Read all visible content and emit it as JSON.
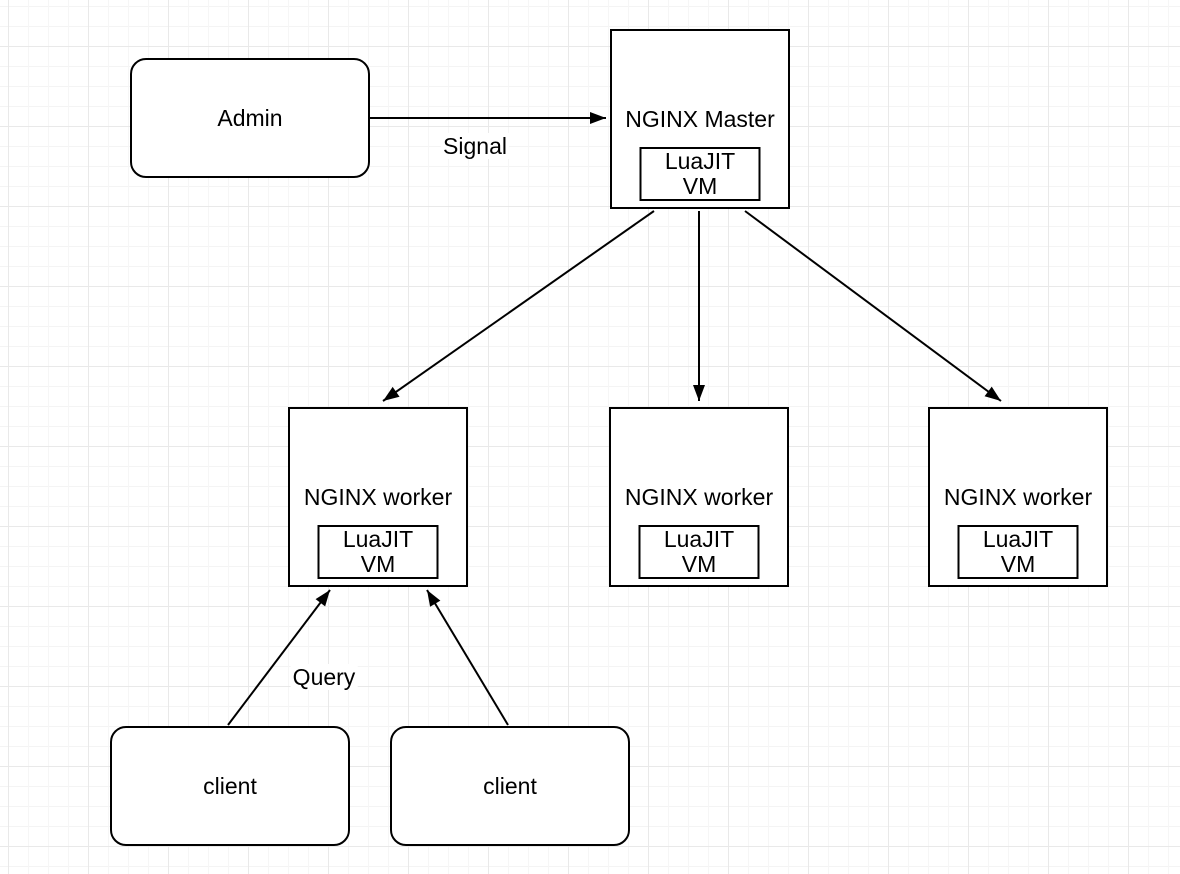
{
  "canvas": {
    "type": "flow-diagram",
    "colors": {
      "background": "#ffffff",
      "grid_major": "#e9e9e9",
      "grid_minor": "#f5f5f5",
      "node_fill": "#ffffff",
      "stroke": "#000000",
      "text": "#000000"
    }
  },
  "nodes": {
    "admin": {
      "label": "Admin",
      "shape": "rounded-rectangle"
    },
    "master": {
      "label": "NGINX Master",
      "shape": "rectangle",
      "vm": {
        "line1": "LuaJIT",
        "line2": "VM"
      }
    },
    "worker1": {
      "label": "NGINX worker",
      "shape": "rectangle",
      "vm": {
        "line1": "LuaJIT",
        "line2": "VM"
      }
    },
    "worker2": {
      "label": "NGINX worker",
      "shape": "rectangle",
      "vm": {
        "line1": "LuaJIT",
        "line2": "VM"
      }
    },
    "worker3": {
      "label": "NGINX worker",
      "shape": "rectangle",
      "vm": {
        "line1": "LuaJIT",
        "line2": "VM"
      }
    },
    "client1": {
      "label": "client",
      "shape": "rounded-rectangle"
    },
    "client2": {
      "label": "client",
      "shape": "rounded-rectangle"
    }
  },
  "edges": {
    "signal": {
      "label": "Signal",
      "from": "admin",
      "to": "master"
    },
    "master_worker1": {
      "label": "",
      "from": "master",
      "to": "worker1"
    },
    "master_worker2": {
      "label": "",
      "from": "master",
      "to": "worker2"
    },
    "master_worker3": {
      "label": "",
      "from": "master",
      "to": "worker3"
    },
    "query": {
      "label": "Query",
      "from": "client1",
      "to": "worker1"
    },
    "client2_worker1": {
      "label": "",
      "from": "client2",
      "to": "worker1"
    }
  }
}
